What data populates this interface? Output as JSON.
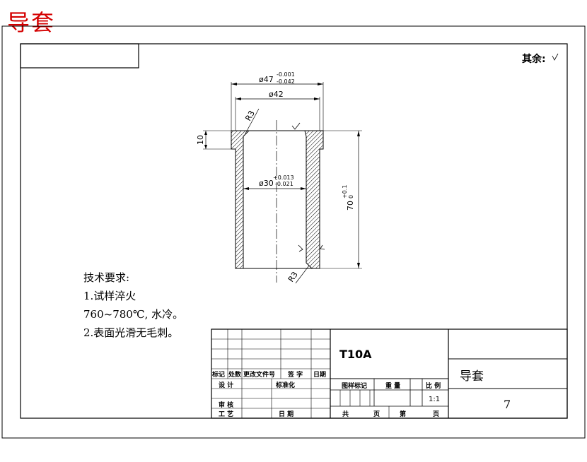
{
  "title": "导套",
  "remaining_roughness": "其余:",
  "dimensions": {
    "outer_flange": "ø47",
    "outer_flange_tol_upper": "-0.001",
    "outer_flange_tol_lower": "-0.042",
    "outer_body": "ø42",
    "bore": "ø30",
    "bore_tol_upper": "+0.013",
    "bore_tol_lower": "-0.021",
    "length": "70",
    "length_tol_upper": "+0.1",
    "length_tol_lower": "0",
    "flange_height": "10",
    "radius_top": "R3",
    "radius_bottom": "R3"
  },
  "notes": {
    "heading": "技术要求:",
    "line1": "1.试样淬火",
    "line2": "760~780℃, 水冷。",
    "line3": "2.表面光滑无毛刺。"
  },
  "title_block": {
    "material": "T10A",
    "part_name": "导套",
    "drawing_no": "7",
    "header_mark": "标记",
    "header_count": "处数",
    "header_change_doc": "更改文件号",
    "header_sign": "签 字",
    "header_date": "日期",
    "design": "设 计",
    "standardize": "标准化",
    "review": "审 核",
    "process": "工 艺",
    "date": "日 期",
    "stage_mark": "图样标记",
    "weight": "重 量",
    "scale_label": "比 例",
    "scale_value": "1:1",
    "total": "共",
    "sheet_unit": "页",
    "sheet_no": "第",
    "sheet_unit2": "页"
  }
}
